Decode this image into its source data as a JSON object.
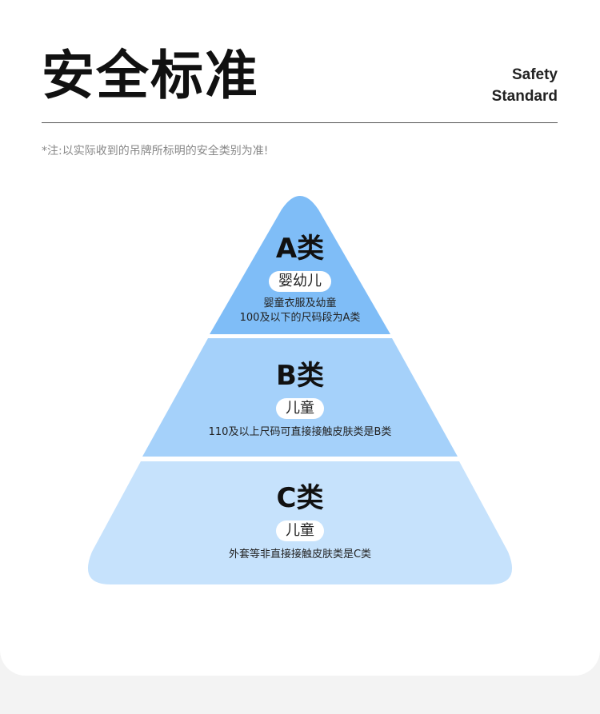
{
  "header": {
    "title": "安全标准",
    "subtitle_line1": "Safety",
    "subtitle_line2": "Standard"
  },
  "note": "*注:以实际收到的吊牌所标明的安全类别为准!",
  "colors": {
    "tier_a": "#7fbdf7",
    "tier_b": "#a5d1fa",
    "tier_c": "#c6e2fc",
    "background": "#ffffff",
    "page_bg": "#f3f3f3"
  },
  "tiers": [
    {
      "letter": "A类",
      "group": "婴幼儿",
      "desc_line1": "婴童衣服及幼童",
      "desc_line2": "100及以下的尺码段为A类"
    },
    {
      "letter": "B类",
      "group": "儿童",
      "desc_line1": "110及以上尺码可直接接触皮肤类是B类"
    },
    {
      "letter": "C类",
      "group": "儿童",
      "desc_line1": "外套等非直接接触皮肤类是C类"
    }
  ]
}
